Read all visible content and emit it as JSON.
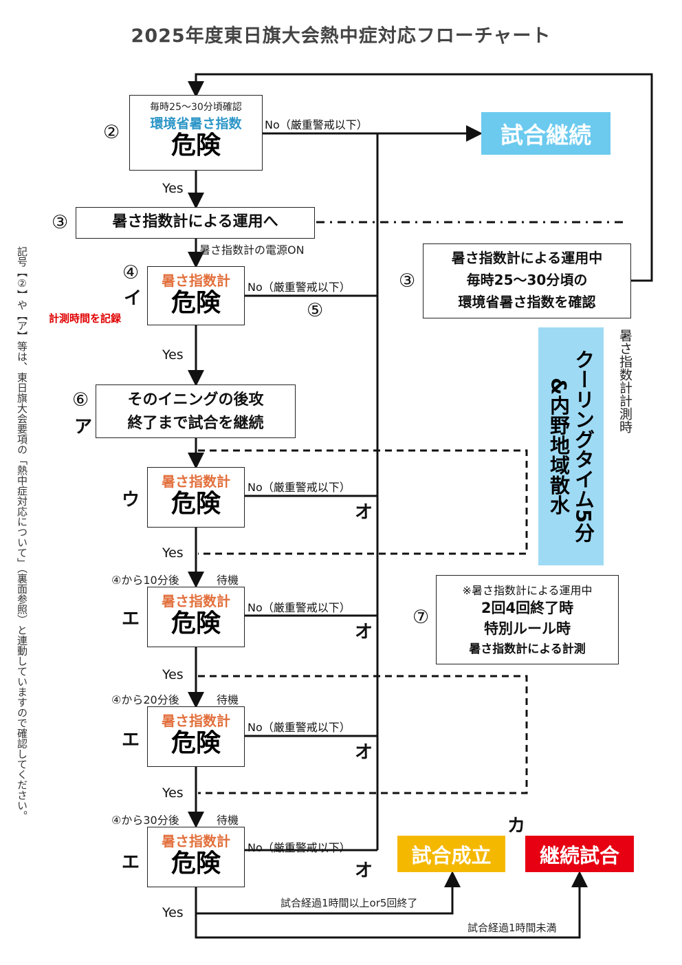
{
  "title": "2025年度東日旗大会熱中症対応フローチャート",
  "node2": {
    "num": "②",
    "sub": "毎時25～30分頃確認",
    "label": "環境省暑さ指数",
    "status": "危険"
  },
  "continue_label": "試合継続",
  "node3": {
    "num": "③",
    "text": "暑さ指数計による運用へ"
  },
  "power_on": "暑さ指数計の電源ON",
  "node3b": {
    "num": "③",
    "line1": "暑さ指数計による運用中",
    "line2": "毎時25～30分頃の",
    "line3": "環境省暑さ指数を確認"
  },
  "node4": {
    "num": "④",
    "kana": "イ",
    "label": "暑さ指数計",
    "status": "危険",
    "note": "計測時間を記録"
  },
  "num5": "⑤",
  "node6": {
    "num": "⑥",
    "kana": "ア",
    "line1": "そのイニングの後攻",
    "line2": "終了まで試合を継続"
  },
  "nodeU": {
    "kana": "ウ",
    "label": "暑さ指数計",
    "status": "危険"
  },
  "nodeE1": {
    "kana": "エ",
    "wait": "④から10分後",
    "taiki": "待機",
    "label": "暑さ指数計",
    "status": "危険"
  },
  "nodeE2": {
    "kana": "エ",
    "wait": "④から20分後",
    "taiki": "待機",
    "label": "暑さ指数計",
    "status": "危険"
  },
  "nodeE3": {
    "kana": "エ",
    "wait": "④から30分後",
    "taiki": "待機",
    "label": "暑さ指数計",
    "status": "危険"
  },
  "no_label": "No（厳重警戒以下）",
  "yes_label": "Yes",
  "kana_o": "オ",
  "kana_ka": "カ",
  "cooling": {
    "line1": "クーリングタイム5分",
    "line2": "&内野地域散水"
  },
  "cooling_side": "暑さ指数計計測時",
  "node7": {
    "num": "⑦",
    "line1": "※暑さ指数計による運用中",
    "line2": "2回4回終了時",
    "line3": "特別ルール時",
    "line4": "暑さ指数計による計測"
  },
  "result_ok": "試合成立",
  "result_cont": "継続試合",
  "over1h": "試合経過1時間以上or5回終了",
  "under1h": "試合経過1時間未満",
  "side_note": "記号【②】や【ア】等は、東日旗大会要項の「熱中症対応について」（裏面参照）と連動していますので確認してください。",
  "colors": {
    "title": "#444444",
    "blue_text": "#2b95c7",
    "orange_text": "#e26f3c",
    "continue_bg": "#6ccaef",
    "cooling_bg": "#9fdaf4",
    "result_ok_bg": "#f5b800",
    "result_cont_bg": "#e60012",
    "red_text": "#e00000"
  }
}
